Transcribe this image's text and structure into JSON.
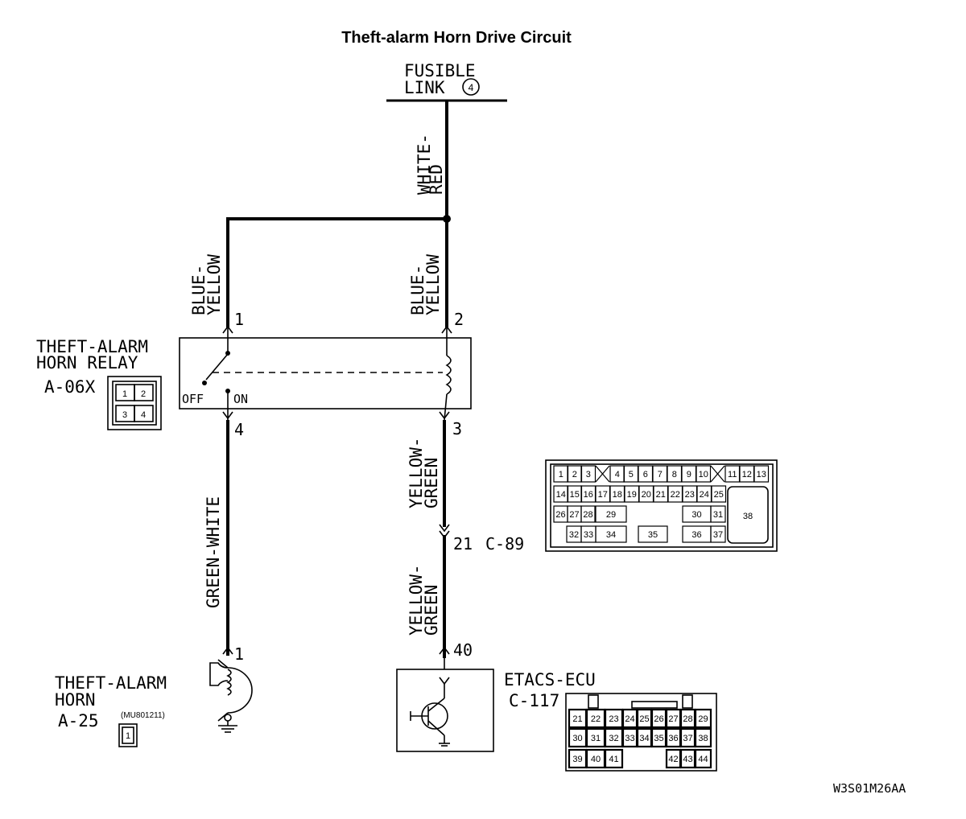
{
  "title": "Theft-alarm Horn Drive Circuit",
  "fusible_link": {
    "line1": "FUSIBLE",
    "line2": "LINK",
    "number": "4"
  },
  "wires": {
    "main": {
      "line1": "WHITE-",
      "line2": "RED"
    },
    "left_upper": {
      "line1": "BLUE-",
      "line2": "YELLOW"
    },
    "right_upper": {
      "line1": "BLUE-",
      "line2": "YELLOW"
    },
    "left_lower": {
      "line1": "GREEN-WHITE"
    },
    "right_mid": {
      "line1": "YELLOW-",
      "line2": "GREEN"
    },
    "right_lower": {
      "line1": "YELLOW-",
      "line2": "GREEN"
    }
  },
  "relay": {
    "name_line1": "THEFT-ALARM",
    "name_line2": "HORN RELAY",
    "code": "A-06X",
    "pins": {
      "p1": "1",
      "p2": "2",
      "p3": "3",
      "p4": "4"
    },
    "switch_off": "OFF",
    "switch_on": "ON",
    "connector_cells": [
      "1",
      "2",
      "3",
      "4"
    ]
  },
  "c89": {
    "pin": "21",
    "code": "C-89"
  },
  "c89_connector": {
    "row1": [
      "1",
      "2",
      "3",
      "4",
      "5",
      "6",
      "7",
      "8",
      "9",
      "10",
      "11",
      "12",
      "13"
    ],
    "row2": [
      "14",
      "15",
      "16",
      "17",
      "18",
      "19",
      "20",
      "21",
      "22",
      "23",
      "24",
      "25"
    ],
    "row3": [
      "26",
      "27",
      "28",
      "29",
      "30",
      "31"
    ],
    "row4": [
      "32",
      "33",
      "34",
      "35",
      "36",
      "37"
    ],
    "big": "38"
  },
  "horn": {
    "name_line1": "THEFT-ALARM",
    "name_line2": "HORN",
    "code": "A-25",
    "pin": "1",
    "part": "(MU801211)",
    "connector_cell": "1"
  },
  "ecu": {
    "name": "ETACS-ECU",
    "code": "C-117",
    "pin": "40",
    "connector": {
      "row1": [
        "21",
        "22",
        "23",
        "24",
        "25",
        "26",
        "27",
        "28",
        "29"
      ],
      "row2": [
        "30",
        "31",
        "32",
        "33",
        "34",
        "35",
        "36",
        "37",
        "38"
      ],
      "row3": [
        "39",
        "40",
        "41",
        "42",
        "43",
        "44"
      ]
    }
  },
  "figure_id": "W3S01M26AA"
}
